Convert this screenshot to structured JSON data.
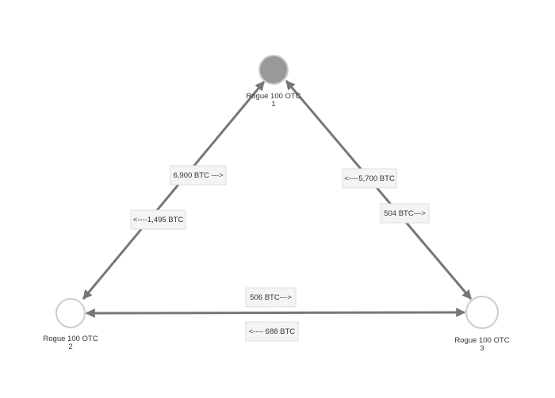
{
  "colors": {
    "edge": "#777777",
    "node_filled": "#999999",
    "node_stroke": "#cccccc",
    "node_empty": "#ffffff",
    "label_bg": "#f4f4f4"
  },
  "nodes": [
    {
      "id": "n1",
      "name": "Rogue 100 OTC",
      "index": "1",
      "filled": true
    },
    {
      "id": "n2",
      "name": "Rogue 100 OTC",
      "index": "2",
      "filled": false
    },
    {
      "id": "n3",
      "name": "Rogue 100 OTC",
      "index": "3",
      "filled": false
    }
  ],
  "edges": [
    {
      "id": "e12",
      "from": "n1",
      "to": "n2",
      "labels": [
        "6,900 BTC --->",
        "<----1,495 BTC"
      ]
    },
    {
      "id": "e13",
      "from": "n1",
      "to": "n3",
      "labels": [
        "<----5,700 BTC",
        "504 BTC--->"
      ]
    },
    {
      "id": "e23",
      "from": "n2",
      "to": "n3",
      "labels": [
        "506 BTC--->",
        "<---- 688 BTC"
      ]
    }
  ]
}
